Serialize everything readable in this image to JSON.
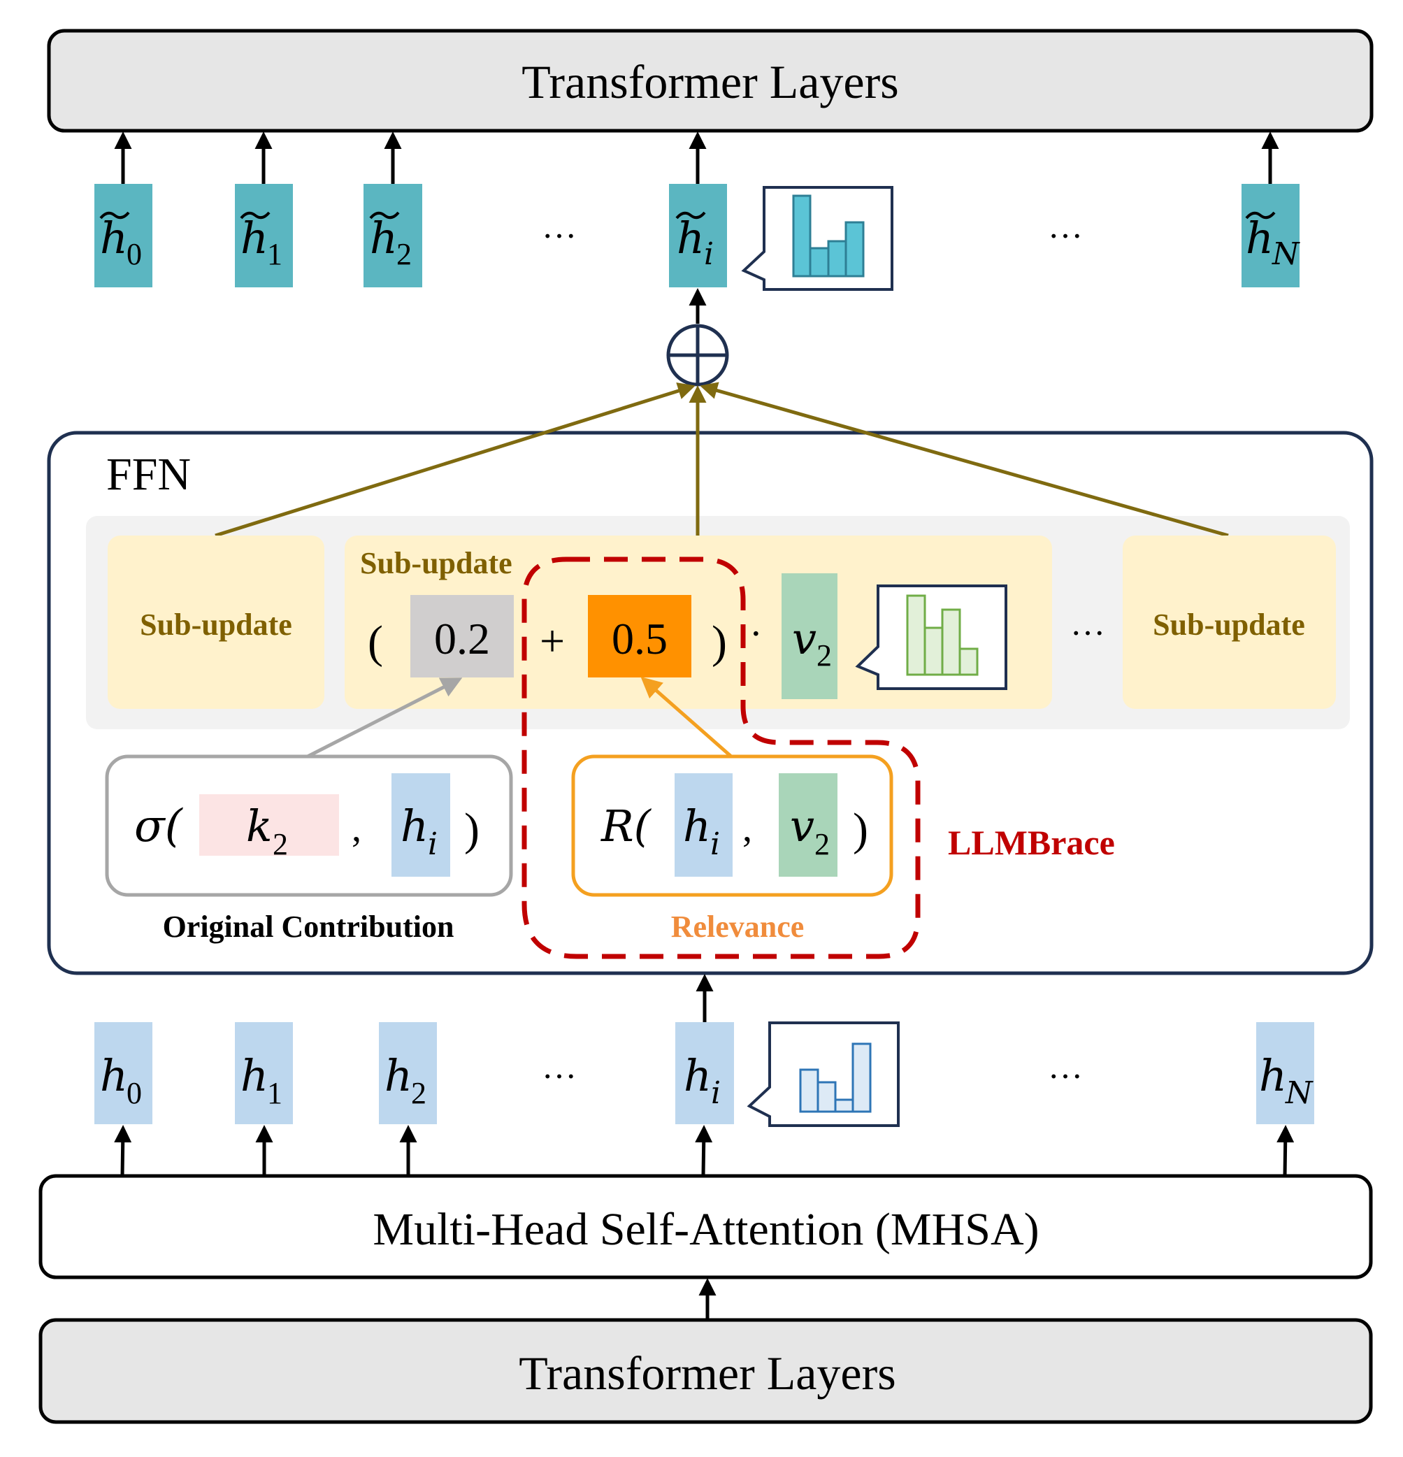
{
  "top_layer": {
    "label": "Transformer Layers"
  },
  "bottom_layer": {
    "label": "Transformer Layers"
  },
  "mhsa": {
    "label": "Multi-Head Self-Attention (MHSA)"
  },
  "ffn": {
    "label": "FFN"
  },
  "output_tokens": {
    "items": [
      {
        "base": "h",
        "sub": "0"
      },
      {
        "base": "h",
        "sub": "1"
      },
      {
        "base": "h",
        "sub": "2"
      },
      {
        "base": "h",
        "sub": "i"
      },
      {
        "base": "h",
        "sub": "N"
      }
    ],
    "ellipsis": "…",
    "color": "#5bb6c1"
  },
  "input_tokens": {
    "items": [
      {
        "base": "h",
        "sub": "0"
      },
      {
        "base": "h",
        "sub": "1"
      },
      {
        "base": "h",
        "sub": "2"
      },
      {
        "base": "h",
        "sub": "i"
      },
      {
        "base": "h",
        "sub": "N"
      }
    ],
    "ellipsis": "…",
    "color": "#bdd7ee"
  },
  "sub_updates": {
    "left_label": "Sub-update",
    "middle_label": "Sub-update",
    "right_label": "Sub-update",
    "ellipsis": "…",
    "formula": {
      "open": "(",
      "coef_original": "0.2",
      "plus": "+",
      "coef_relevance": "0.5",
      "close": ")",
      "dot": "·",
      "vector_base": "v",
      "vector_sub": "2"
    }
  },
  "original_contribution": {
    "sigma": "σ(",
    "key_base": "k",
    "key_sub": "2",
    "comma": ",",
    "hidden_base": "h",
    "hidden_sub": "i",
    "close": ")",
    "caption": "Original Contribution"
  },
  "relevance": {
    "func": "R(",
    "hidden_base": "h",
    "hidden_sub": "i",
    "comma": ",",
    "vector_base": "v",
    "vector_sub": "2",
    "close": ")",
    "caption": "Relevance"
  },
  "method": {
    "label": "LLMBrace"
  },
  "colors": {
    "layer_fill": "#e6e6e6",
    "ffn_border": "#1f3050",
    "sub_update_fill": "#fff2cc",
    "sub_update_text": "#7f6000",
    "olive_arrow": "#7f6a10",
    "grey_coef": "#d0cece",
    "orange_coef": "#ff9100",
    "green_vector": "#a9d5b9",
    "pink_key": "#fce4e4",
    "blue_hidden": "#bdd7ee",
    "relevance_orange": "#f4a020",
    "llmbrace_red": "#c00000"
  }
}
